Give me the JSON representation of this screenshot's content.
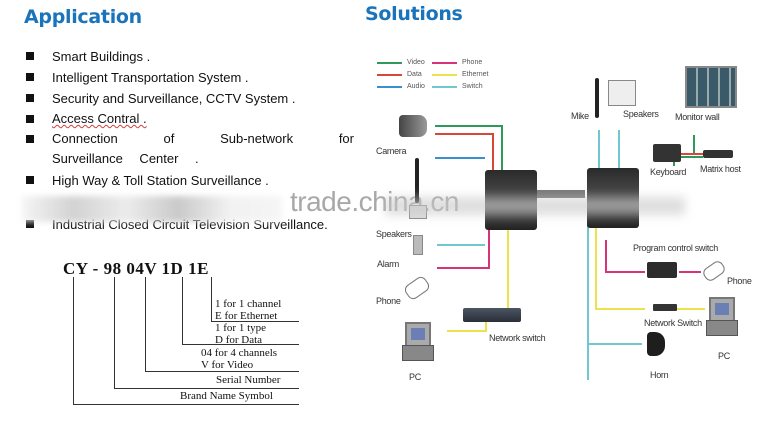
{
  "application": {
    "title": "Application",
    "items": [
      {
        "text": "Smart Buildings ."
      },
      {
        "text": "Intelligent Transportation System ."
      },
      {
        "text": "Security and Surveillance, CCTV System ."
      },
      {
        "text": "Access Contral ."
      },
      {
        "text": "Connection of Sub-network for Surveillance Center ."
      },
      {
        "text": "High Way & Toll Station Surveillance ."
      },
      {
        "text": "Industrial Closed Circuit Television Surveillance."
      }
    ]
  },
  "watermark": "trade.china.cn",
  "model_code": {
    "code": "CY - 98 04V 1D 1E",
    "labels": [
      {
        "line1": "1 for 1 channel",
        "line2": "E for Ethernet"
      },
      {
        "line1": "1 for 1 type",
        "line2": "D for Data"
      },
      {
        "line1": "04 for 4 channels",
        "line2": "V for Video"
      },
      {
        "line1": "Serial Number"
      },
      {
        "line1": "Brand Name Symbol"
      }
    ]
  },
  "solutions": {
    "title": "Solutions",
    "legend": [
      {
        "label": "Video",
        "color": "#2e9a5a"
      },
      {
        "label": "Data",
        "color": "#d9463a"
      },
      {
        "label": "Audio",
        "color": "#3a8fd0"
      },
      {
        "label": "Phone",
        "color": "#d6337a"
      },
      {
        "label": "Ethernet",
        "color": "#ece24a"
      },
      {
        "label": "Switch",
        "color": "#6fc7cf"
      }
    ],
    "devices": {
      "camera": "Camera",
      "speakers_left": "Speakers",
      "alarm": "Alarm",
      "phone_left": "Phone",
      "pc_left": "PC",
      "network_switch_left": "Network switch",
      "mike": "Mike",
      "speakers_right": "Speakers",
      "monitor_wall": "Monitor wall",
      "keyboard": "Keyboard",
      "matrix_host": "Matrix host",
      "program_control_switch": "Program control switch",
      "phone_right": "Phone",
      "network_switch_right": "Network Switch",
      "pc_right": "PC",
      "horn": "Horn"
    }
  }
}
